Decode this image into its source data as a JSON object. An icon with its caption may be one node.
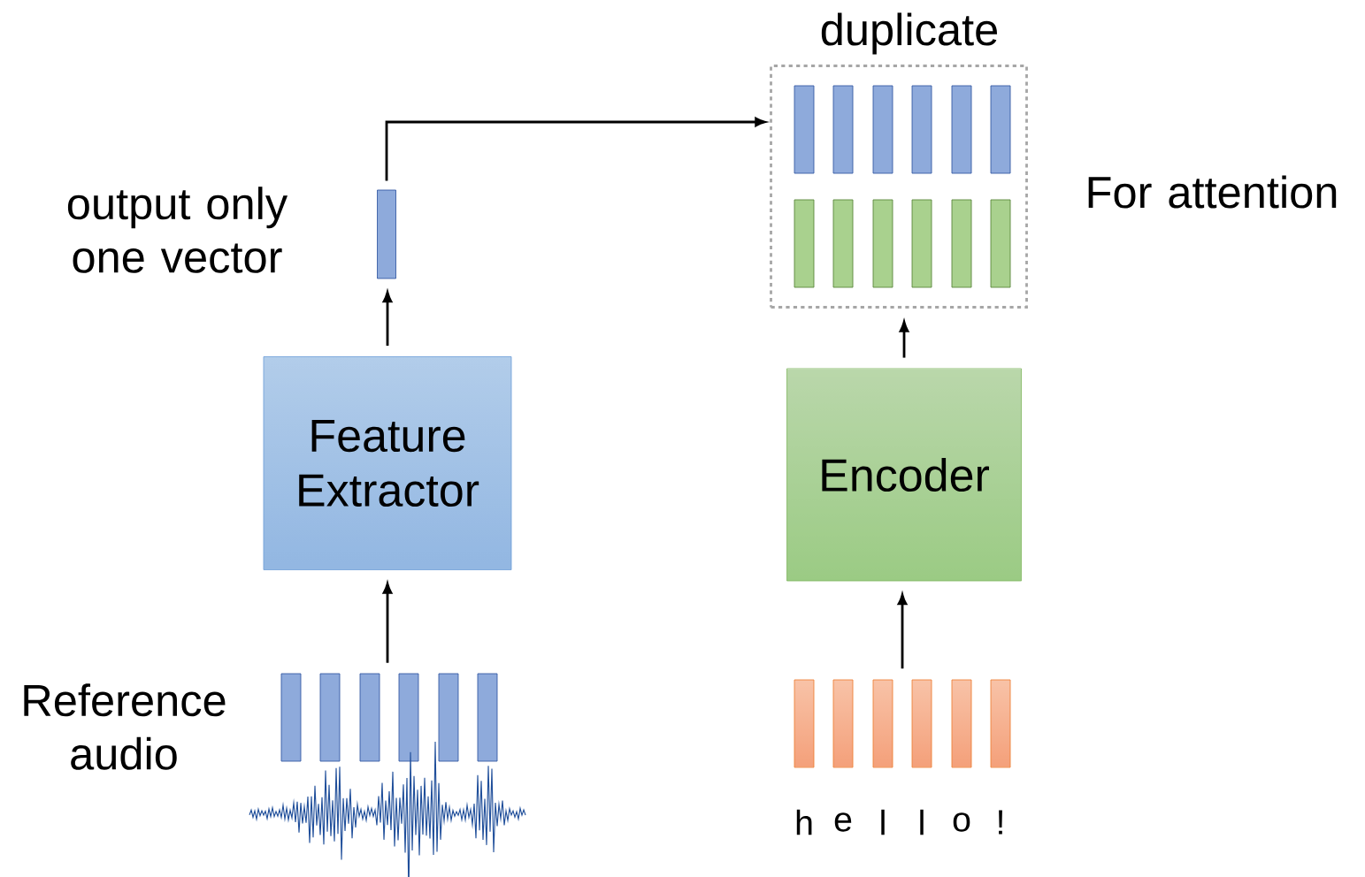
{
  "diagram": {
    "nodes": [
      {
        "text": [
          "Feature Extractor"
        ]
      },
      {
        "text": [
          "Encoder"
        ]
      },
      {
        "text": [],
        "shape": "bar",
        "beside": [
          "output only one vector"
        ]
      },
      {
        "text": [
          "duplicate"
        ],
        "beside": [
          "For attention"
        ]
      },
      {
        "text": [],
        "shape": "picture",
        "beside": [
          "Reference audio"
        ]
      },
      {
        "text": [],
        "shape": "bar"
      }
    ],
    "edges": [
      {
        "from": 4,
        "to": 0,
        "arrow": "to"
      },
      {
        "from": 0,
        "to": 2,
        "arrow": "to"
      },
      {
        "from": 2,
        "to": 3,
        "arrow": "to"
      },
      {
        "from": 5,
        "to": 1,
        "arrow": "to"
      },
      {
        "from": 1,
        "to": 3,
        "arrow": "to"
      }
    ],
    "labels": [
      "h",
      "e",
      "l",
      "l",
      "o",
      "!"
    ]
  }
}
